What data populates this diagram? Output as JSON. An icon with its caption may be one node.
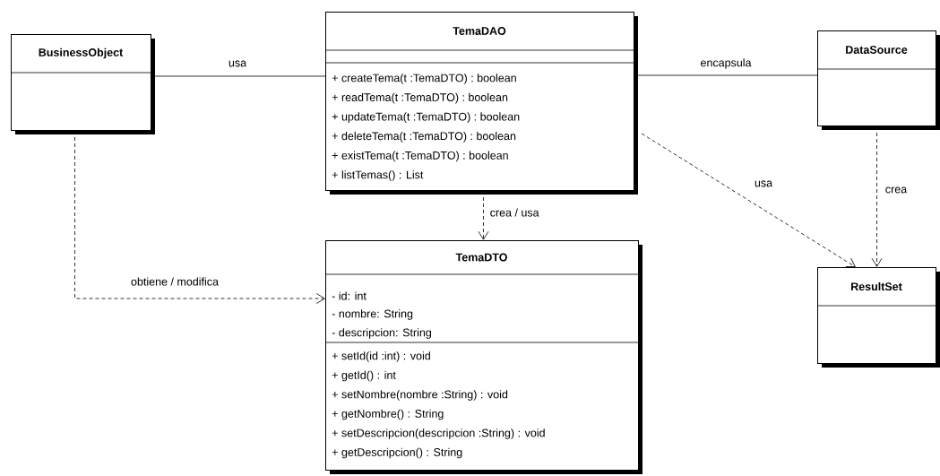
{
  "diagram": {
    "nodes": [
      {
        "text": [
          "BusinessObject"
        ]
      },
      {
        "text": [
          "TemaDAO",
          "+ createTema(t :TemaDTO) : boolean",
          "+ readTema(t :TemaDTO) : boolean",
          "+ updateTema(t :TemaDTO) : boolean",
          "+ deleteTema(t :TemaDTO) : boolean",
          "+ existTema(t :TemaDTO) : boolean",
          "+ listTemas() : List"
        ]
      },
      {
        "text": [
          "DataSource"
        ]
      },
      {
        "text": [
          "TemaDTO",
          "- id: int",
          "- nombre: String",
          "- descripcion: String",
          "+ setId(id :int) : void",
          "+ getId() : int",
          "+ setNombre(nombre :String) : void",
          "+ getNombre() : String",
          "+ setDescripcion(descripcion :String) : void",
          "+ getDescripcion() : String"
        ]
      },
      {
        "text": [
          "ResultSet"
        ]
      }
    ],
    "edges": [
      {
        "from": 0,
        "to": 1,
        "arrow": "none",
        "label": "usa"
      },
      {
        "from": 1,
        "to": 2,
        "arrow": "none",
        "label": "encapsula"
      },
      {
        "from": 1,
        "to": 3,
        "arrow": "to",
        "style": "dashed",
        "label": "crea / usa"
      },
      {
        "from": 0,
        "to": 3,
        "arrow": "to",
        "style": "dashed",
        "label": "obtiene / modifica"
      },
      {
        "from": 1,
        "to": 4,
        "arrow": "to",
        "style": "dashed",
        "label": "usa"
      },
      {
        "from": 2,
        "to": 4,
        "arrow": "to",
        "style": "dashed",
        "label": "crea"
      }
    ]
  }
}
